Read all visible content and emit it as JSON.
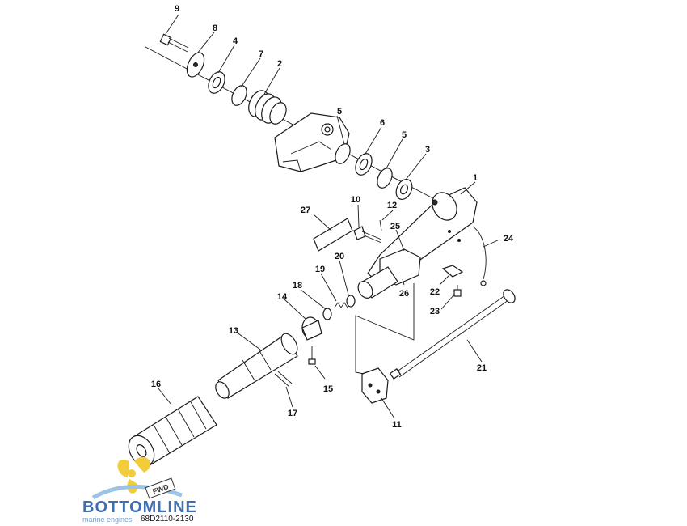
{
  "callouts": {
    "c1": "1",
    "c2": "2",
    "c3": "3",
    "c4": "4",
    "c5a": "5",
    "c5b": "5",
    "c6": "6",
    "c7": "7",
    "c8": "8",
    "c9": "9",
    "c10": "10",
    "c11": "11",
    "c12": "12",
    "c13": "13",
    "c14": "14",
    "c15": "15",
    "c16": "16",
    "c17": "17",
    "c18": "18",
    "c19": "19",
    "c20": "20",
    "c21": "21",
    "c22": "22",
    "c23": "23",
    "c24": "24",
    "c25": "25",
    "c26": "26",
    "c27": "27"
  },
  "logo": {
    "brand": "BOTTOMLINE",
    "tagline": "marine engines",
    "badge": "FWD",
    "catalog_code": "68D2110-2130"
  },
  "colors": {
    "logo_blue": "#3e6fb0",
    "logo_yellow": "#f2cc3a",
    "logo_light_blue": "#9cc3e6"
  }
}
